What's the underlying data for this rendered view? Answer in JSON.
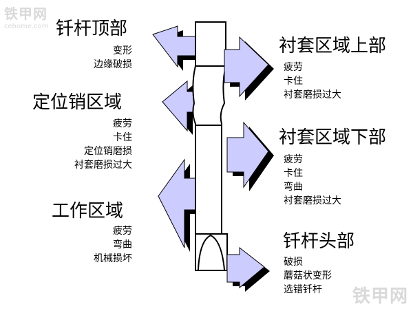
{
  "colors": {
    "arrow_fill": "#ccccff",
    "arrow_shadow": "#000000",
    "outline": "#000000",
    "watermark": "#d9d9d9"
  },
  "watermark_top": {
    "logo": "铁甲网",
    "domain": "cehome.com"
  },
  "watermark_bottom": {
    "logo": "铁甲网"
  },
  "sections": {
    "shank_top": {
      "title": "钎杆顶部",
      "items": [
        "变形",
        "边缘破损"
      ]
    },
    "pin_zone": {
      "title": "定位销区域",
      "items": [
        "疲劳",
        "卡住",
        "定位销磨损",
        "衬套磨损过大"
      ]
    },
    "work_zone": {
      "title": "工作区域",
      "items": [
        "疲劳",
        "弯曲",
        "机械损坏"
      ]
    },
    "bush_upper": {
      "title": "衬套区域上部",
      "items": [
        "疲劳",
        "卡住",
        "衬套磨损过大"
      ]
    },
    "bush_lower": {
      "title": "衬套区域下部",
      "items": [
        "疲劳",
        "卡住",
        "弯曲",
        "衬套磨损过大"
      ]
    },
    "tip": {
      "title": "钎杆头部",
      "items": [
        "破损",
        "蘑菇状变形",
        "选错钎杆"
      ]
    }
  }
}
